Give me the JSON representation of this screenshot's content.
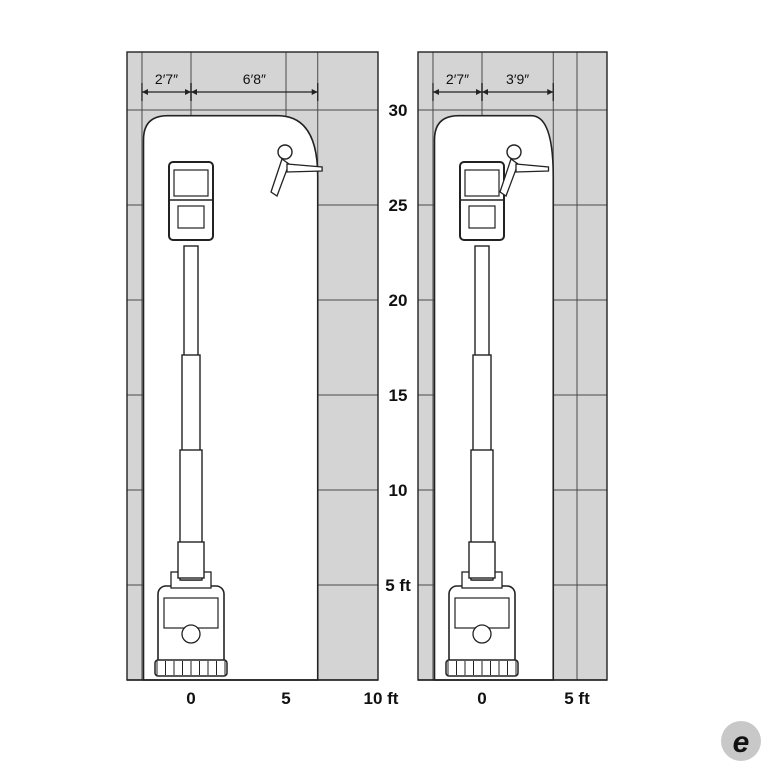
{
  "colors": {
    "envelope_fill": "#d4d4d4",
    "grid_line": "#4a4a4a",
    "outline": "#222222",
    "machine_fill": "#ffffff",
    "logo_grey": "#c8c8c8"
  },
  "vertical_axis": {
    "unit": "ft",
    "ticks": [
      {
        "value": 30,
        "label": "30"
      },
      {
        "value": 25,
        "label": "25"
      },
      {
        "value": 20,
        "label": "20"
      },
      {
        "value": 15,
        "label": "15"
      },
      {
        "value": 10,
        "label": "10"
      },
      {
        "value": 5,
        "label": "5 ft"
      }
    ]
  },
  "left_diagram": {
    "x_ticks": [
      {
        "value": 0,
        "label": "0"
      },
      {
        "value": 5,
        "label": "5"
      },
      {
        "value": 10,
        "label": "10 ft"
      }
    ],
    "dimensions": [
      {
        "label": "2′7″",
        "from_ft": -2.58,
        "to_ft": 0
      },
      {
        "label": "6′8″",
        "from_ft": 0,
        "to_ft": 6.67
      }
    ]
  },
  "right_diagram": {
    "x_ticks": [
      {
        "value": 0,
        "label": "0"
      },
      {
        "value": 5,
        "label": "5 ft"
      }
    ],
    "dimensions": [
      {
        "label": "2′7″",
        "from_ft": -2.58,
        "to_ft": 0
      },
      {
        "label": "3′9″",
        "from_ft": 0,
        "to_ft": 3.75
      }
    ]
  },
  "logo": {
    "glyph": "e"
  }
}
